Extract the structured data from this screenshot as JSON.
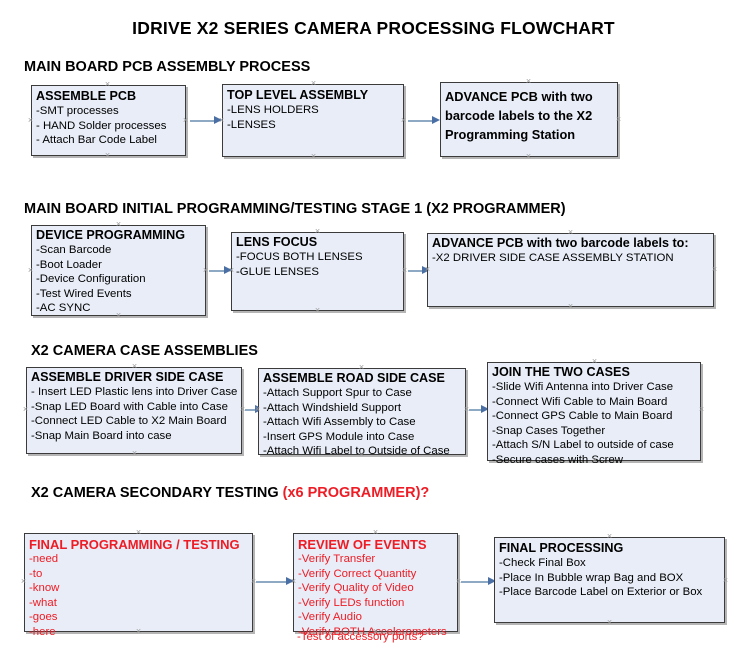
{
  "document": {
    "title": "IDRIVE X2  SERIES CAMERA PROCESSING FLOWCHART"
  },
  "colors": {
    "box_fill": "#e8edf7",
    "box_border": "#3b3b3b",
    "red_text": "#ee1c25",
    "arrow_shaft": "#8ea9c3",
    "arrow_head": "#4a6fa5",
    "heading_text": "#000000"
  },
  "sections": [
    {
      "heading": "MAIN BOARD PCB ASSEMBLY PROCESS",
      "heading_alt": "",
      "boxes": [
        {
          "title": "ASSEMBLE PCB",
          "lines": [
            "-SMT processes",
            "- HAND Solder processes",
            "- Attach Bar Code Label"
          ]
        },
        {
          "title": "TOP LEVEL ASSEMBLY",
          "lines": [
            "-LENS HOLDERS",
            "-LENSES"
          ]
        },
        {
          "title": "ADVANCE PCB with two barcode labels to the  X2 Programming Station",
          "lines": []
        }
      ]
    },
    {
      "heading": "MAIN BOARD INITIAL PROGRAMMING/TESTING STAGE 1 (X2 PROGRAMMER)",
      "heading_alt": "",
      "boxes": [
        {
          "title": "DEVICE PROGRAMMING",
          "lines": [
            "-Scan Barcode",
            "-Boot Loader",
            "-Device Configuration",
            "-Test Wired Events",
            "-AC SYNC"
          ]
        },
        {
          "title": "LENS FOCUS",
          "lines": [
            "-FOCUS BOTH LENSES",
            "-GLUE LENSES"
          ]
        },
        {
          "title": "ADVANCE PCB with two barcode labels to:",
          "lines": [
            "-X2 DRIVER  SIDE  CASE  ASSEMBLY STATION"
          ]
        }
      ]
    },
    {
      "heading": "X2 CAMERA CASE ASSEMBLIES",
      "heading_alt": "",
      "boxes": [
        {
          "title": "ASSEMBLE DRIVER SIDE CASE",
          "lines": [
            "- Insert LED Plastic lens into Driver Case",
            "-Snap LED Board with Cable into Case",
            "-Connect LED Cable to X2 Main Board",
            "-Snap Main Board into case"
          ]
        },
        {
          "title": "ASSEMBLE ROAD SIDE CASE",
          "lines": [
            "-Attach Support Spur to Case",
            "-Attach Windshield Support",
            "-Attach Wifi Assembly to Case",
            "-Insert GPS Module into Case",
            "-Attach Wifi Label to Outside of Case"
          ]
        },
        {
          "title": "JOIN THE TWO CASES",
          "lines": [
            "-Slide Wifi Antenna into Driver Case",
            "-Connect Wifi Cable to Main Board",
            "-Connect GPS Cable to Main Board",
            "-Snap Cases Together",
            "-Attach S/N Label to outside of case",
            "-Secure cases with Screw"
          ]
        }
      ]
    },
    {
      "heading": "X2 CAMERA SECONDARY TESTING ",
      "heading_alt": "(x6 PROGRAMMER)?",
      "boxes": [
        {
          "title": "FINAL PROGRAMMING / TESTING",
          "lines": [
            "-need",
            "-to",
            "-know",
            "-what",
            "-goes",
            "-here"
          ]
        },
        {
          "title": "REVIEW OF EVENTS",
          "lines": [
            "-Verify Transfer",
            "-Verify Correct Quantity",
            "-Verify Quality of Video",
            "-Verify LEDs function",
            "-Verify Audio",
            "-Verify BOTH Accelerometers"
          ],
          "overflow_line": "-Test of accessory ports?"
        },
        {
          "title": "FINAL PROCESSING",
          "lines": [
            " -Check Final Box",
            "-Place In Bubble wrap Bag and BOX",
            "-Place Barcode Label on Exterior or Box"
          ]
        }
      ]
    }
  ]
}
